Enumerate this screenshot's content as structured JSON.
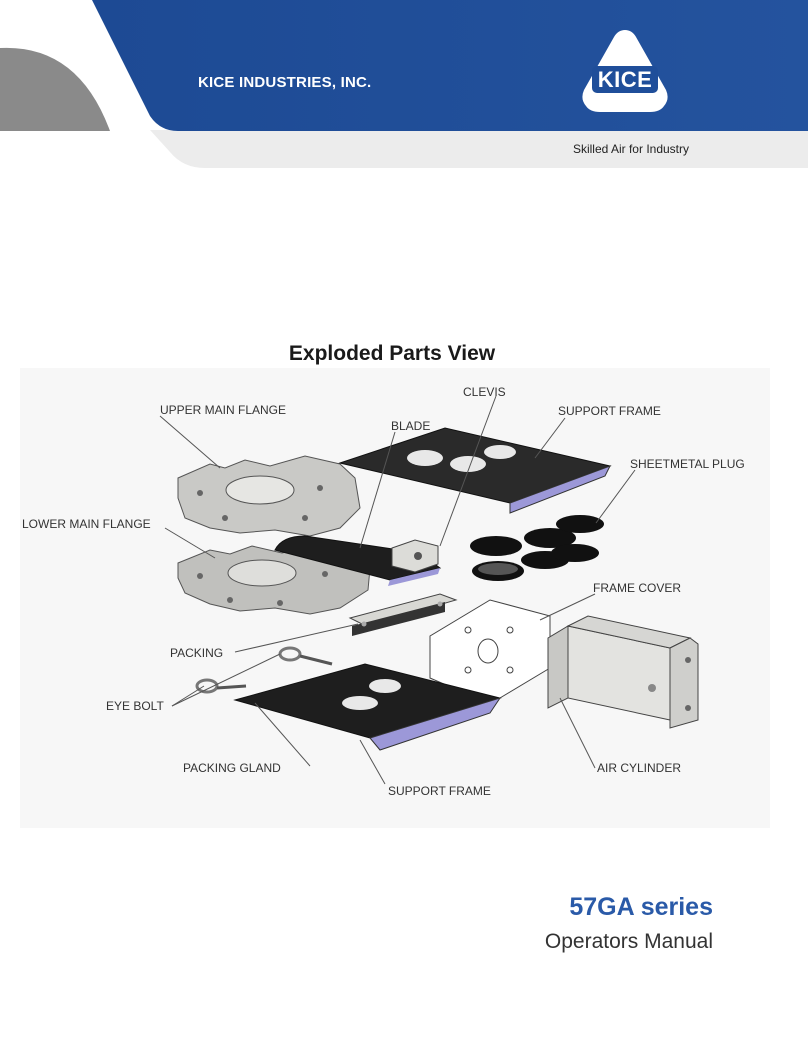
{
  "header": {
    "company": "KICE INDUSTRIES, INC.",
    "logo_text": "KICE",
    "tagline": "Skilled Air for Industry"
  },
  "diagram": {
    "title": "Exploded Parts View",
    "labels": {
      "upper_main_flange": "UPPER MAIN FLANGE",
      "clevis": "CLEVIS",
      "support_frame_top": "SUPPORT FRAME",
      "blade": "BLADE",
      "sheetmetal_plug": "SHEETMETAL PLUG",
      "lower_main_flange": "LOWER MAIN FLANGE",
      "frame_cover": "FRAME COVER",
      "packing": "PACKING",
      "eye_bolt": "EYE BOLT",
      "packing_gland": "PACKING GLAND",
      "air_cylinder": "AIR CYLINDER",
      "support_frame_bottom": "SUPPORT FRAME"
    }
  },
  "footer": {
    "series": "57GA series",
    "subtitle": "Operators Manual"
  },
  "colors": {
    "brand_blue": "#1f4e9a",
    "brand_blue_dark": "#163a78",
    "series_blue": "#2a5aa8",
    "arc_gray": "#8a8a8a",
    "band_gray": "#ececec"
  }
}
